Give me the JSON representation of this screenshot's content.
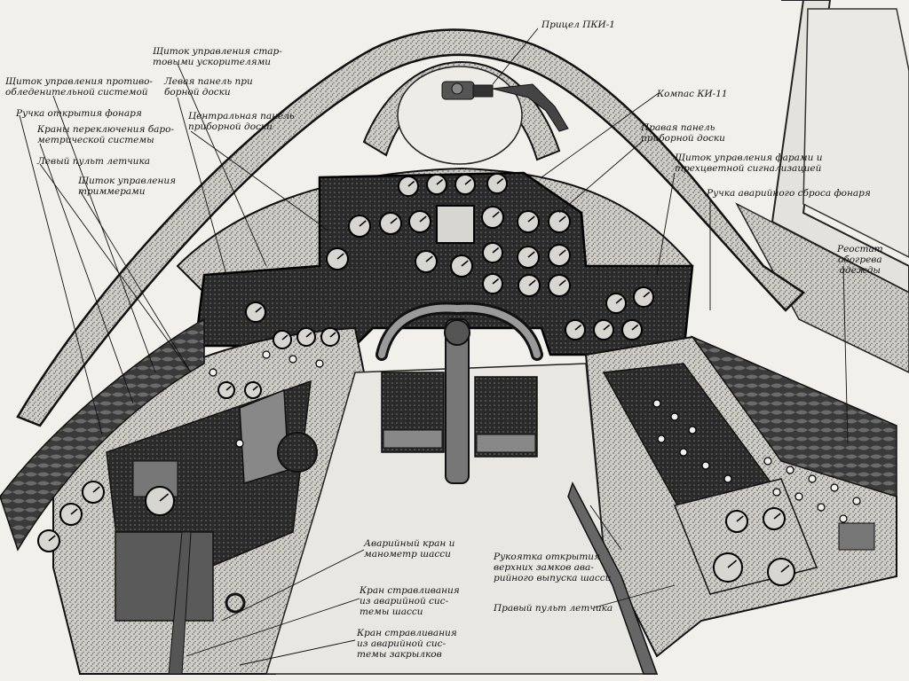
{
  "labels": {
    "sight": "Прицел ПКИ-1",
    "start_boosters": "Щиток управления стар-\nтовыми ускорителями",
    "anti_icing": "Щиток управления противо-\nобледенительной системой",
    "left_panel": "Левая панель при\nборной доски",
    "canopy_handle": "Ручка открытия фонаря",
    "center_panel": "Центральная панель\nприборной доски",
    "baro_valves": "Краны переключения баро-\nметрической системы",
    "left_console": "Левый пульт летчика",
    "trim_panel": "Щиток управления\nтриммерами",
    "compass": "Компас КИ-11",
    "right_panel": "Правая панель\nприборной доски",
    "lights_panel": "Щиток управления фарами и\nтрехцветной сигнализацией",
    "canopy_jettison": "Ручка аварийного сброса фонаря",
    "suit_rheostat": "Реостат\nобогрева\nодежды",
    "emergency_valve_gauge": "Аварийный кран и\nманометр шасси",
    "gear_bleed_valve": "Кран стравливания\nиз аварийной сис-\nтемы шасси",
    "flap_bleed_valve": "Кран стравливания\nиз аварийной сис-\nтемы закрылков",
    "uplock_handle": "Рукоятка открытия\nверхних замков ава-\nрийного выпуска шасси",
    "right_console": "Правый пульт летчика"
  }
}
